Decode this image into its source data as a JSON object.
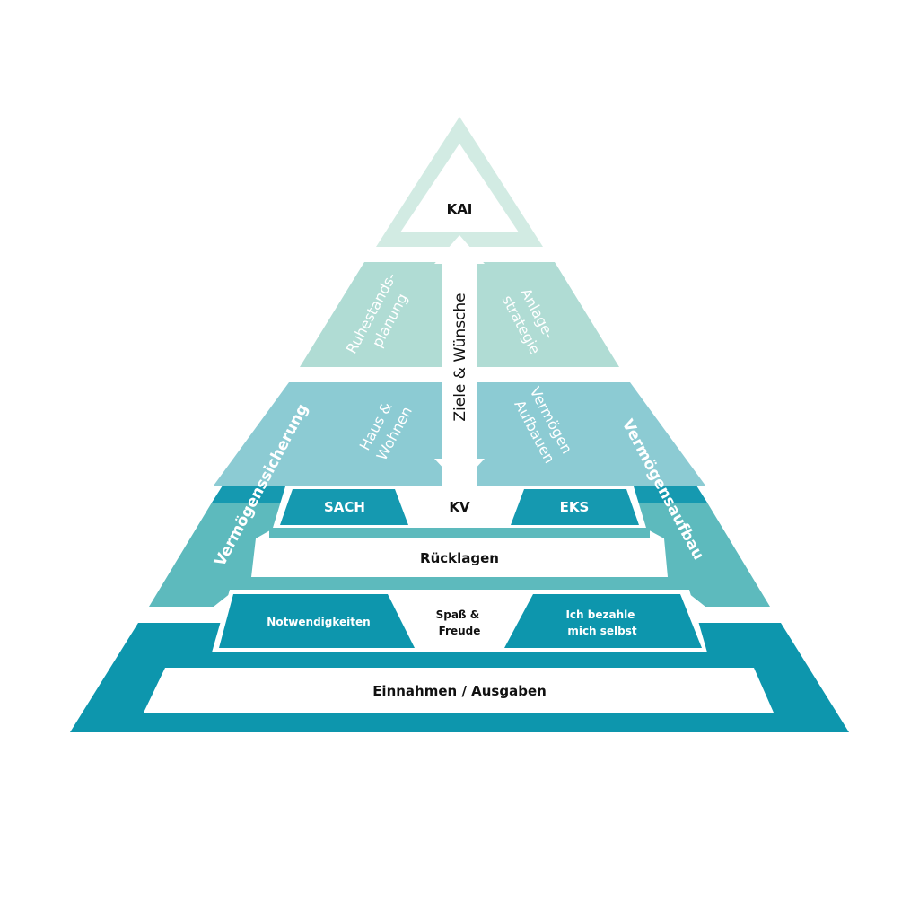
{
  "diagram": {
    "type": "financial-pyramid",
    "colors": {
      "apex": "#d2ebe3",
      "level2": "#b0dcd4",
      "level3": "#8ccbd3",
      "level4": "#5dbabd",
      "band_dark": "#1599b0",
      "base": "#0d96ad",
      "white": "#ffffff",
      "text_dark": "#111111"
    },
    "apex": {
      "label": "KAI"
    },
    "arrow": {
      "label": "Ziele & Wünsche"
    },
    "level2": {
      "left": [
        "Ruhestands-",
        "planung"
      ],
      "right": [
        "Anlage-",
        "strategie"
      ]
    },
    "level3": {
      "left": [
        "Haus &",
        "Wohnen"
      ],
      "right": [
        "Vermögen",
        "Aufbauen"
      ]
    },
    "side_labels": {
      "left": "Vermögenssicherung",
      "right": "Vermögensaufbau"
    },
    "insurance_row": {
      "left": "SACH",
      "center": "KV",
      "right": "EKS"
    },
    "reserves": {
      "label": "Rücklagen"
    },
    "budget_row": {
      "left": "Notwendigkeiten",
      "center": [
        "Spaß &",
        "Freude"
      ],
      "right": [
        "Ich bezahle",
        "mich selbst"
      ]
    },
    "base": {
      "label": "Einnahmen / Ausgaben"
    }
  }
}
